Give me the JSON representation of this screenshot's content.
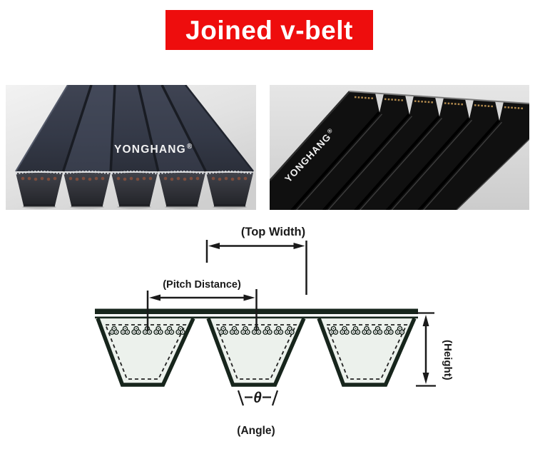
{
  "banner": {
    "label": "Joined v-belt",
    "bg_color": "#ee0d0d",
    "text_color": "#ffffff"
  },
  "photos": {
    "left": {
      "brand": "YONGHANG",
      "reg_mark": "®",
      "ribs_visible": 5
    },
    "right": {
      "brand": "YONGHANG",
      "reg_mark": "®",
      "ribs_visible": 6
    }
  },
  "diagram": {
    "labels": {
      "top_width": "(Top Width)",
      "pitch_distance": "(Pitch Distance)",
      "height": "(Height)",
      "angle": "(Angle)",
      "theta": "θ"
    },
    "ribs": 3,
    "cord_clusters_per_rib": 7,
    "colors": {
      "outline": "#17251c",
      "fill": "#ecf1ec",
      "dimension_line": "#1a1a1a"
    }
  }
}
